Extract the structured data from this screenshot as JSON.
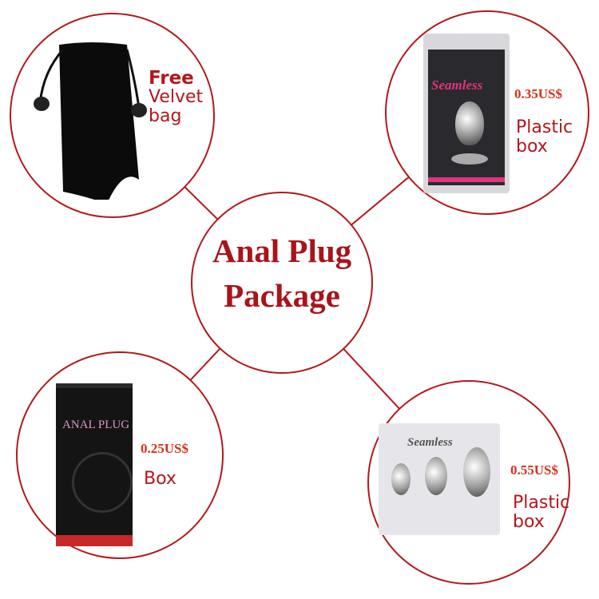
{
  "title_line1": "Anal Plug",
  "title_line2": "Package",
  "items": [
    {
      "tag": "Free",
      "label_line1": "Velvet",
      "label_line2": "bag"
    },
    {
      "price": "0.35US$",
      "label_line1": "Plastic",
      "label_line2": "box",
      "brand": "Seamless"
    },
    {
      "price": "0.25US$",
      "label_line1": "Box",
      "brand": "ANAL PLUG"
    },
    {
      "price": "0.55US$",
      "label_line1": "Plastic",
      "label_line2": "box",
      "brand": "Seamless"
    }
  ],
  "colors": {
    "accent": "#b3171c",
    "price": "#d2321e"
  }
}
